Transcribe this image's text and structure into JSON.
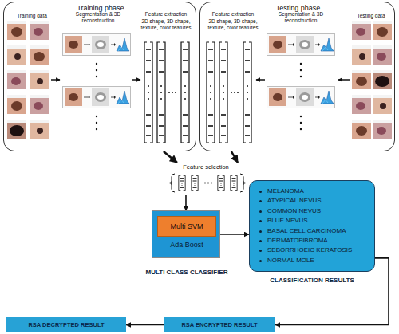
{
  "diagram": {
    "nodes": [
      {
        "text": [
          "Training phase",
          "Training data",
          "Segmentation & 3D reconstruction",
          "Feature extraction",
          "2D shape, 3D shape, texture, color features"
        ]
      },
      {
        "text": [
          "Testing phase",
          "Feature extraction",
          "Segmentation & 3D reconstruction",
          "Testing data",
          "2D shape, 3D shape, texture, color features"
        ]
      },
      {
        "text": [
          "Feature selection"
        ]
      },
      {
        "text": [
          "Multi SVM",
          "Ada Boost",
          "MULTI CLASS CLASSIFIER"
        ]
      },
      {
        "text": [
          "MELANOMA",
          "ATYPICAL NEVUS",
          "COMMON NEVUS",
          "BLUE NEVUS",
          "BASAL CELL CARCINOMA",
          "DERMATOFIBROMA",
          "SEBORRHOEIC KERATOSIS",
          "NORMAL MOLE",
          "CLASSIFICATION RESULTS"
        ]
      },
      {
        "text": [
          "RSA DECRYPTED RESULT"
        ]
      },
      {
        "text": [
          "RSA ENCRYPTED RESULT"
        ]
      }
    ],
    "edges": [
      {
        "from": 0,
        "to": 2,
        "arrow": "to"
      },
      {
        "from": 1,
        "to": 2,
        "arrow": "to"
      },
      {
        "from": 2,
        "to": 3,
        "arrow": "to"
      },
      {
        "from": 3,
        "to": 4,
        "arrow": "to"
      },
      {
        "from": 4,
        "to": 6,
        "arrow": "to"
      },
      {
        "from": 6,
        "to": 5,
        "arrow": "to"
      }
    ]
  }
}
